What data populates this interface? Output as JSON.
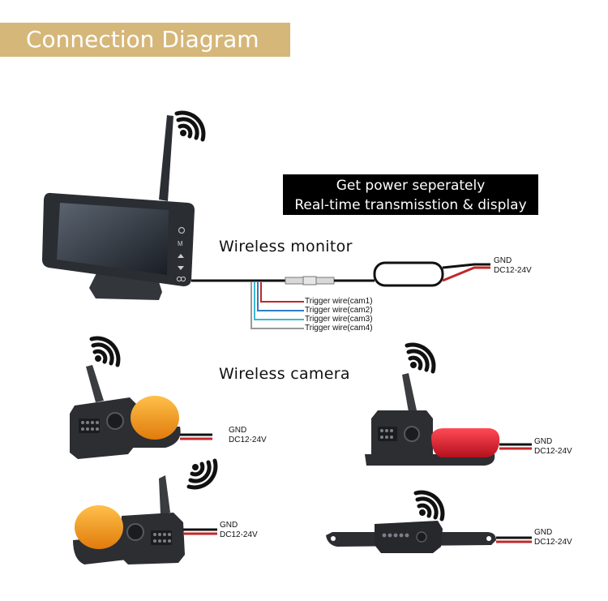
{
  "title": "Connection Diagram",
  "callout": {
    "line1": "Get power seperately",
    "line2": "Real-time transmisstion & display"
  },
  "monitor": {
    "label": "Wireless monitor",
    "gnd": "GND",
    "dc": "DC12-24V"
  },
  "triggers": [
    "Trigger wire(cam1)",
    "Trigger wire(cam2)",
    "Trigger wire(cam3)",
    "Trigger wire(cam4)"
  ],
  "camera_section": {
    "label": "Wireless camera"
  },
  "cameras": [
    {
      "gnd": "GND",
      "dc": "DC12-24V"
    },
    {
      "gnd": "GND",
      "dc": "DC12-24V"
    },
    {
      "gnd": "GND",
      "dc": "DC12-24V"
    },
    {
      "gnd": "GND",
      "dc": "DC12-24V"
    }
  ],
  "monitor_buttons": [
    "M"
  ],
  "colors": {
    "banner": "#d6b77a",
    "trigger_red": "#c0282a",
    "trigger_blue": "#2f7fc4",
    "trigger_cyan": "#3cb8d8",
    "trigger_gray": "#999999",
    "amber": "#f29a1a",
    "tail_red": "#d9202f"
  },
  "icons": [
    "wifi-icon",
    "power-icon",
    "menu-icon",
    "up-icon",
    "down-icon",
    "link-icon"
  ]
}
